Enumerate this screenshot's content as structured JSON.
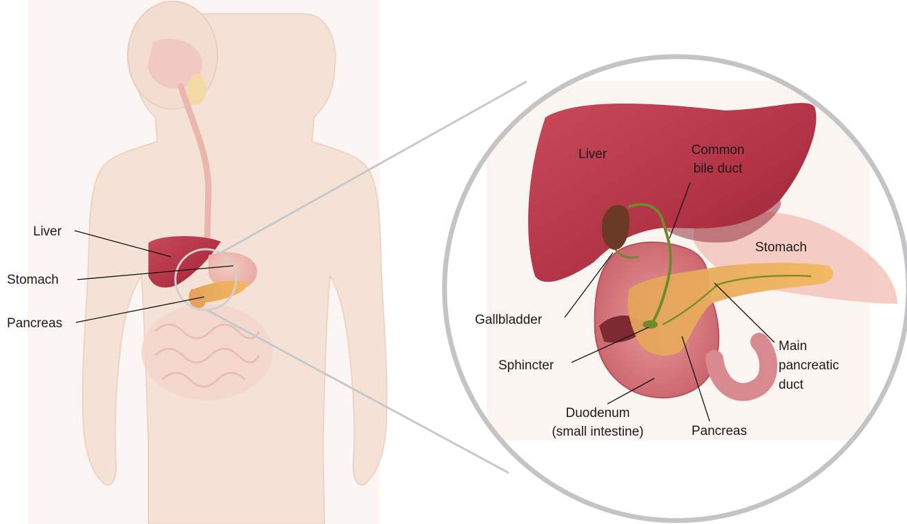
{
  "body_labels": {
    "liver": "Liver",
    "stomach": "Stomach",
    "pancreas": "Pancreas"
  },
  "detail_labels": {
    "liver": "Liver",
    "common_bile_duct": [
      "Common",
      "bile duct"
    ],
    "stomach": "Stomach",
    "gallbladder": "Gallbladder",
    "sphincter": "Sphincter",
    "main_pancreatic_duct": [
      "Main",
      "pancreatic",
      "duct"
    ],
    "duodenum": [
      "Duodenum",
      "(small intestine)"
    ],
    "pancreas": "Pancreas"
  },
  "colors": {
    "skin": "#f6e1d6",
    "skin_edge": "#ecc9b8",
    "liver": "#b5394a",
    "liver_dark": "#8e2232",
    "stomach": "#e8a6a0",
    "pancreas": "#e9a54a",
    "duodenum": "#d97c82",
    "bile_duct": "#6f8a2a",
    "gallbladder": "#6b3a26",
    "magnifier": "#c4c4c6",
    "detail_bg": "#faf3ee"
  }
}
